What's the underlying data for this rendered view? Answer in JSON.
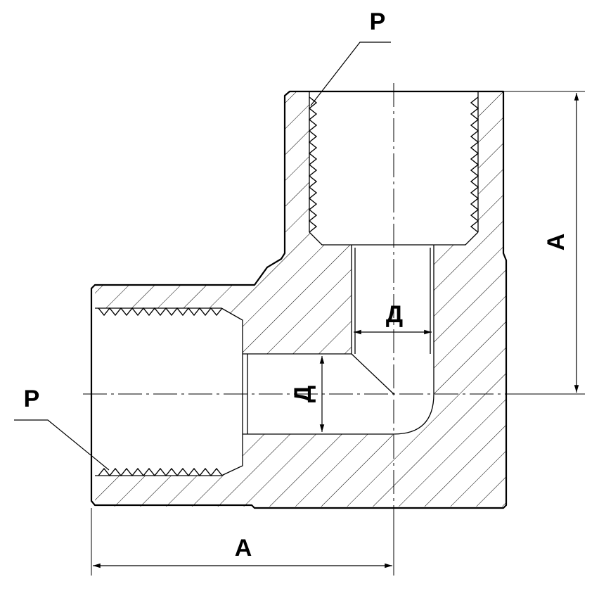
{
  "labels": {
    "thread_top": "Р",
    "thread_left": "Р",
    "bore_vertical": "Д",
    "bore_horizontal": "Д",
    "dim_horizontal": "А",
    "dim_vertical": "А"
  },
  "colors": {
    "stroke": "#000000",
    "background": "#ffffff"
  }
}
